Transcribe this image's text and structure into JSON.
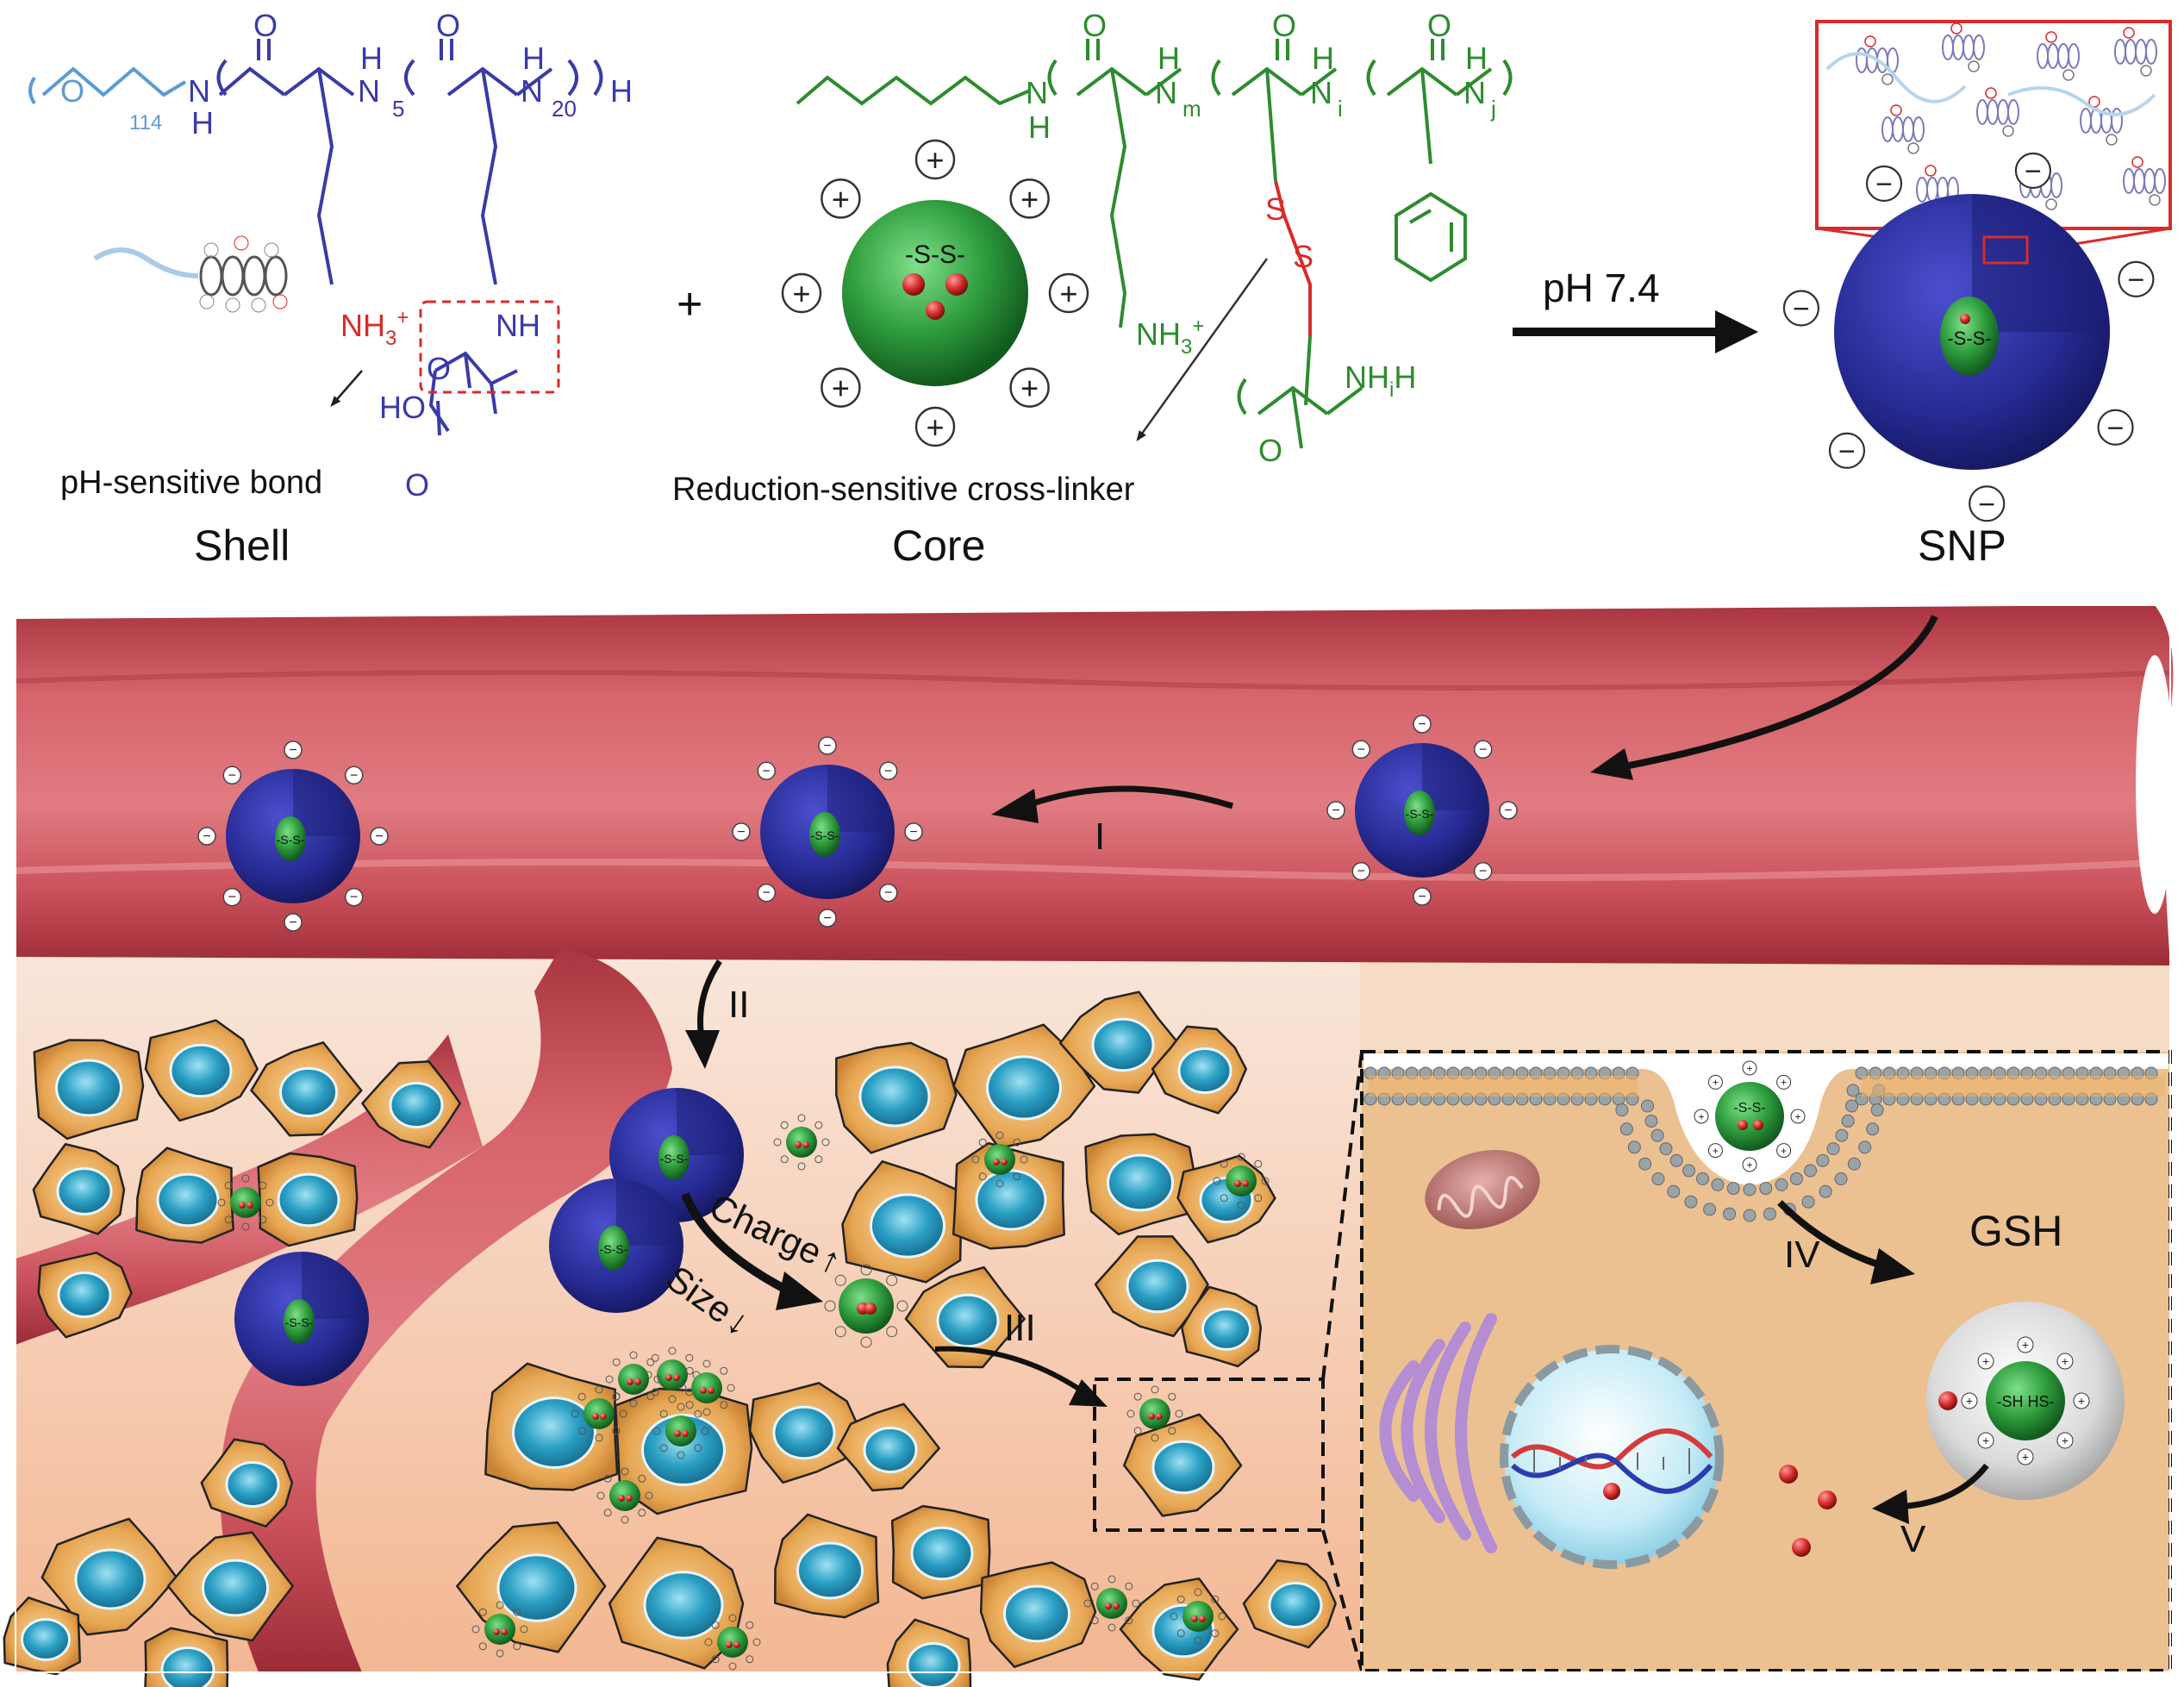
{
  "colors": {
    "shell_blue": "#2b2f9e",
    "core_green": "#2f9e3e",
    "vessel_red": "#c9505a",
    "cell_orange": "#e3a24f",
    "nucleus_blue": "#2a9fc4",
    "chem_blue": "#3a3aa8",
    "chem_green": "#2e8b2e",
    "chem_red": "#d92b2b",
    "peg_blue": "#5b9bd5"
  },
  "chemistry": {
    "shell": {
      "peg_o": "O",
      "peg_sub": "114",
      "nh": "N",
      "h": "H",
      "carbonyl_o": "O",
      "sub5": "5",
      "sub20": "20",
      "end_h": "H",
      "nh3": "NH",
      "nh3_sub": "3",
      "plus": "+",
      "side_nh": "NH",
      "side_o": "O",
      "ho": "HO",
      "acid_o": "O",
      "bond_label": "pH-sensitive  bond",
      "title": "Shell"
    },
    "plus_sign": "+",
    "core": {
      "np_text": "-S-S-",
      "ring_sign": "+",
      "n_label": "N",
      "h_label": "H",
      "o_label": "O",
      "sub_m": "m",
      "sub_i": "i",
      "sub_j": "j",
      "s1": "S",
      "s2": "S",
      "nh3": "NH",
      "nh3_sub": "3",
      "nh3_plus": "+",
      "lower_nh": "NH",
      "lower_sub": "i",
      "lower_h": "H",
      "lower_o": "O",
      "crosslinker_label": "Reduction-sensitive  cross-linker",
      "title": "Core"
    },
    "arrow_label": "pH 7.4",
    "snp": {
      "core_text": "-S-S-",
      "ring_sign": "−",
      "title": "SNP"
    }
  },
  "pathway": {
    "step_I": "I",
    "step_II": "II",
    "step_III": "III",
    "step_IV": "IV",
    "step_V": "V",
    "charge_label": "Charge",
    "charge_arrow": "↑",
    "size_label": "Size",
    "size_arrow": "↓",
    "gsh_label": "GSH",
    "particle_text": "-S-S-",
    "released_text": "-SH HS-",
    "minus": "−",
    "plus": "+"
  }
}
